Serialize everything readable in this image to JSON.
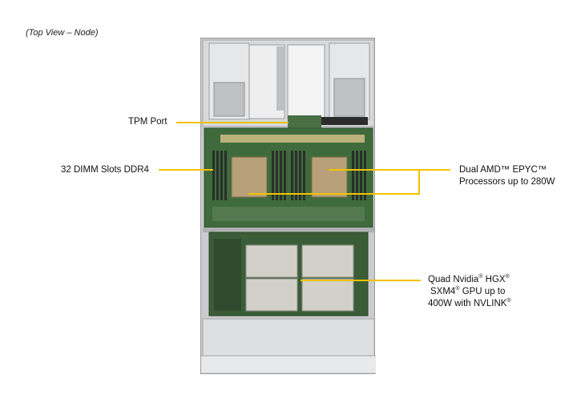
{
  "caption": "(Top View – Node)",
  "callouts": {
    "tpm": "TPM Port",
    "dimm": "32 DIMM Slots DDR4",
    "cpu_line1": "Dual AMD™ EPYC™",
    "cpu_line2": "Processors up to 280W",
    "gpu_line1_a": "Quad Nvidia",
    "gpu_line1_sup": "®",
    "gpu_line1_b": " HGX",
    "gpu_line1_sup2": "®",
    "gpu_line2_a": "SXM4",
    "gpu_line2_sup": "®",
    "gpu_line2_b": " GPU up to",
    "gpu_line3_a": "400W with NVLINK",
    "gpu_line3_sup": "®"
  },
  "colors": {
    "callout_line": "#f2c200",
    "pcb": "#3f6b3c",
    "chassis": "#c9cbcd"
  }
}
